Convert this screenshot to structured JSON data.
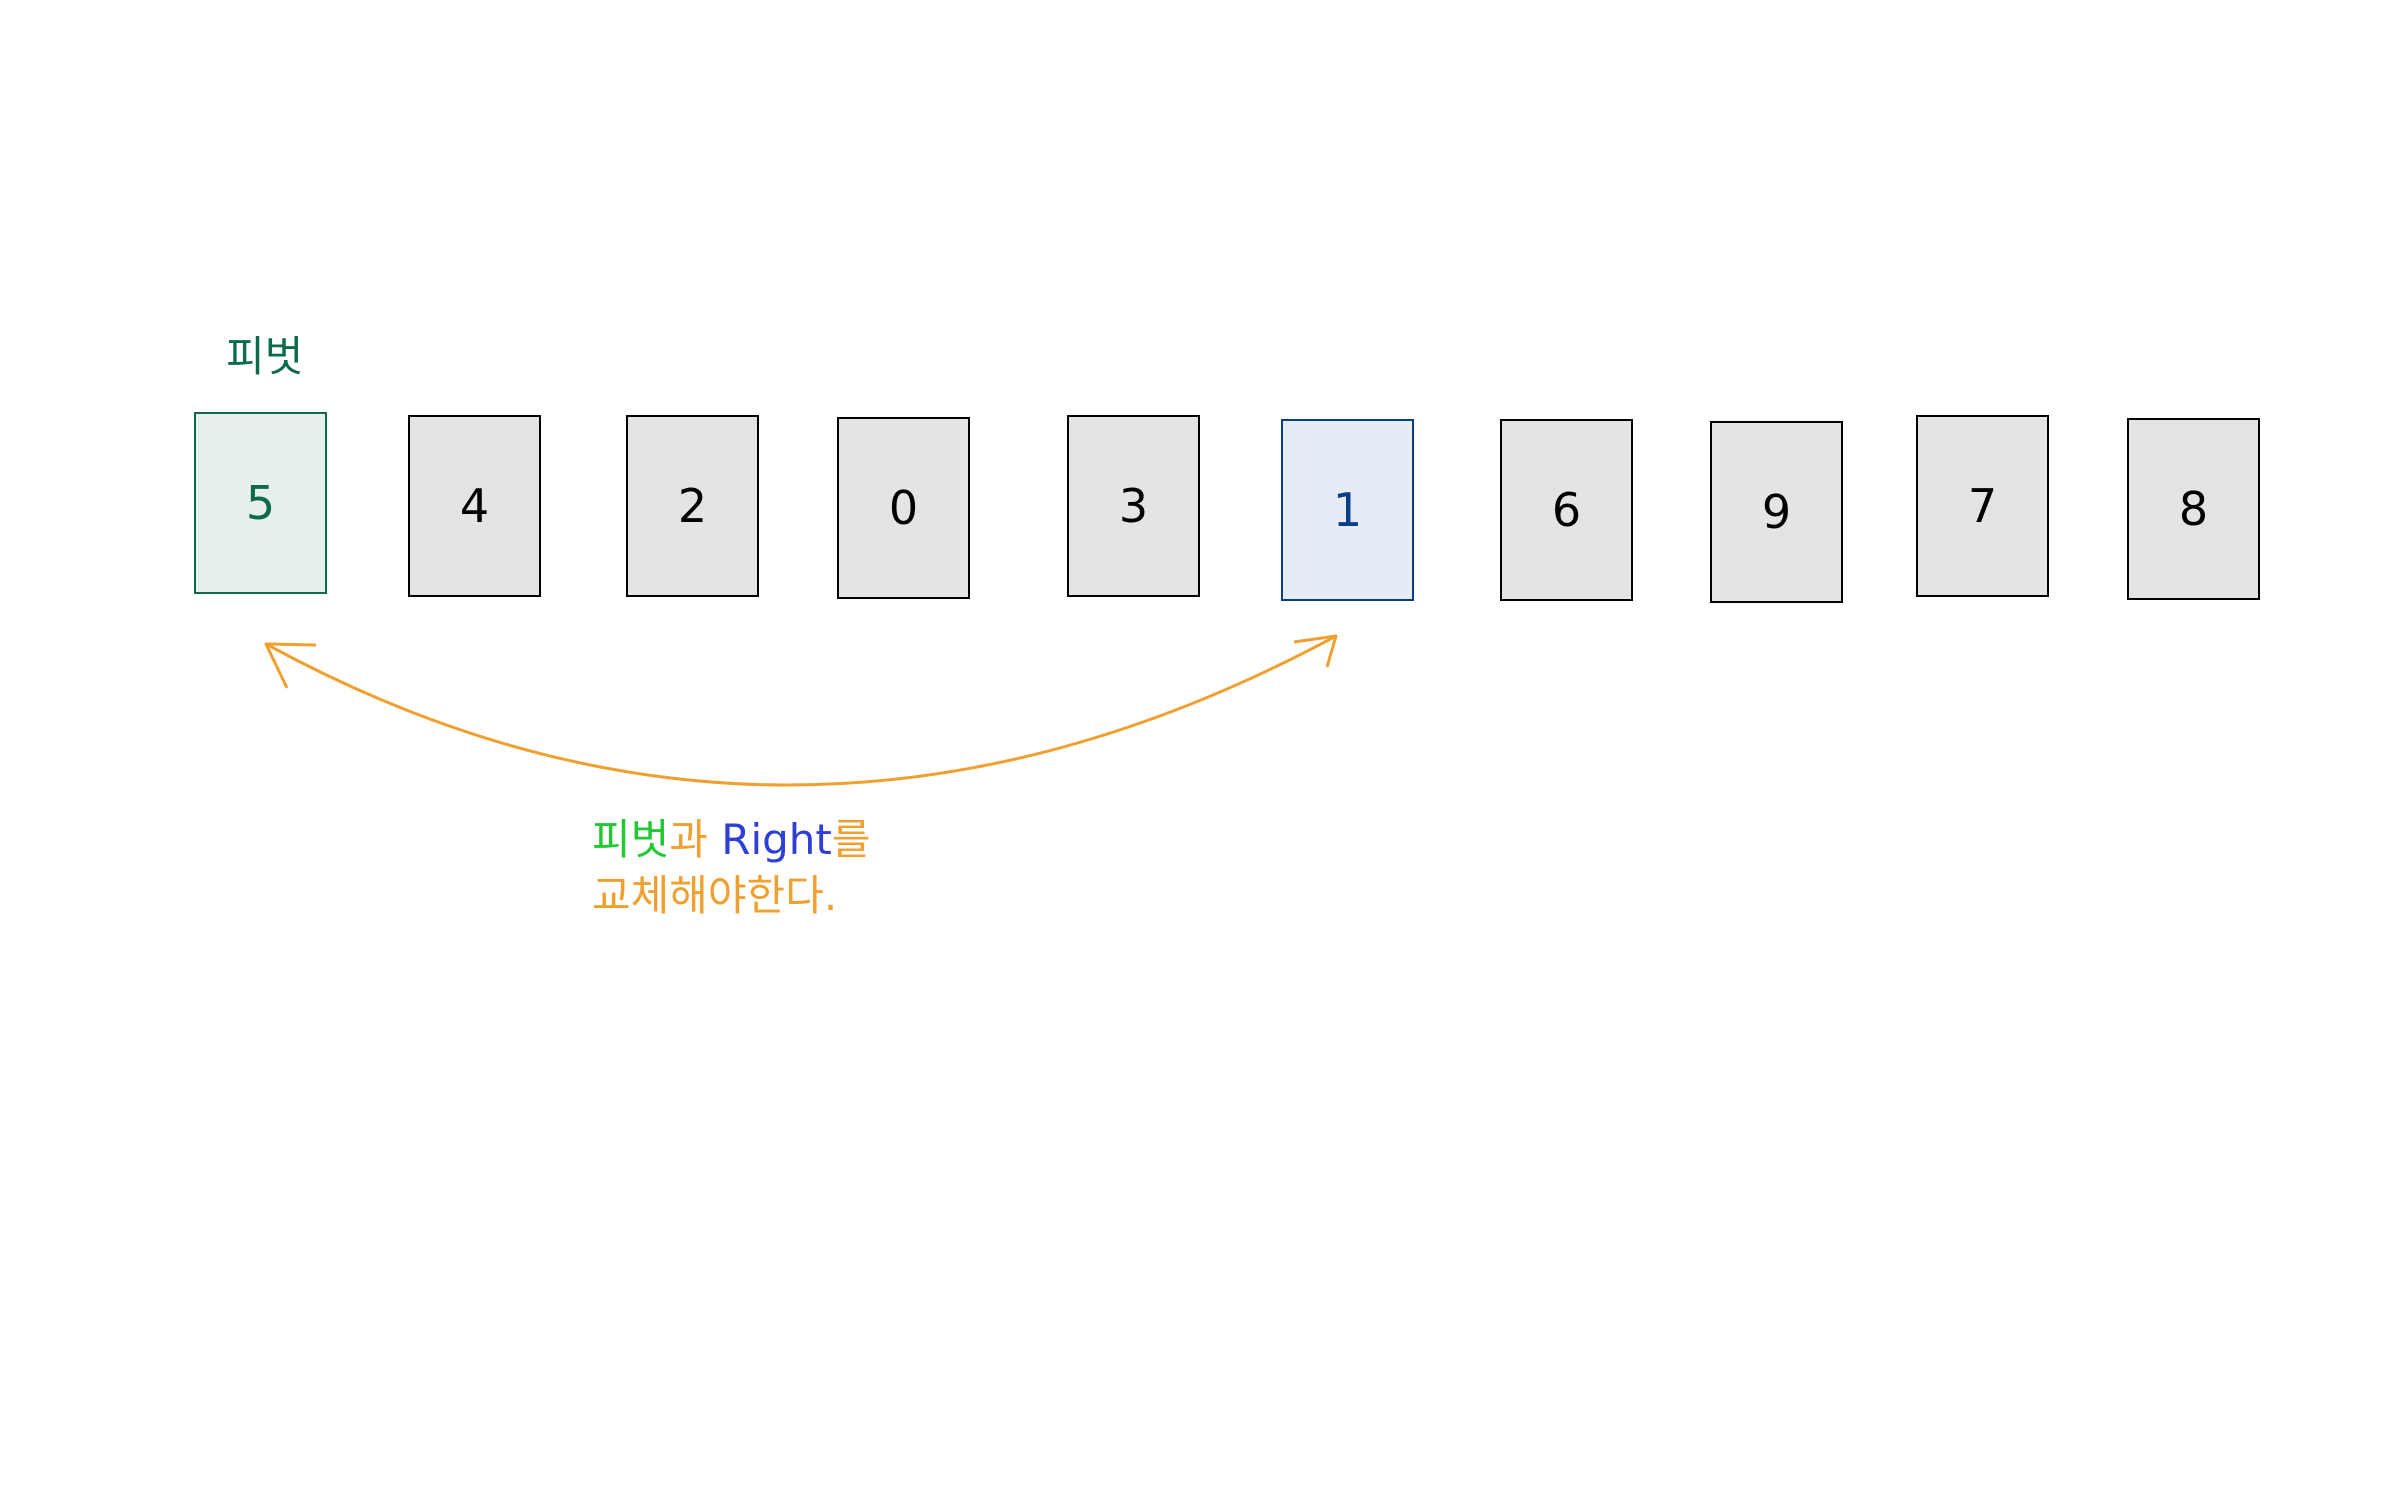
{
  "pivot_label": "피벗",
  "cells": [
    {
      "value": "5",
      "role": "pivot"
    },
    {
      "value": "4",
      "role": "normal"
    },
    {
      "value": "2",
      "role": "normal"
    },
    {
      "value": "0",
      "role": "normal"
    },
    {
      "value": "3",
      "role": "normal"
    },
    {
      "value": "1",
      "role": "right"
    },
    {
      "value": "6",
      "role": "normal"
    },
    {
      "value": "9",
      "role": "normal"
    },
    {
      "value": "7",
      "role": "normal"
    },
    {
      "value": "8",
      "role": "normal"
    }
  ],
  "note": {
    "pivot_word": "피벗",
    "connector": "과 ",
    "right_word": "Right",
    "line1_suffix": "를",
    "line2": "교체해야한다."
  },
  "colors": {
    "pivot": "#0d6b4a",
    "right": "#0a3e86",
    "arrow": "#f0a030",
    "note_green": "#22c832",
    "note_blue": "#2d3fd6"
  }
}
